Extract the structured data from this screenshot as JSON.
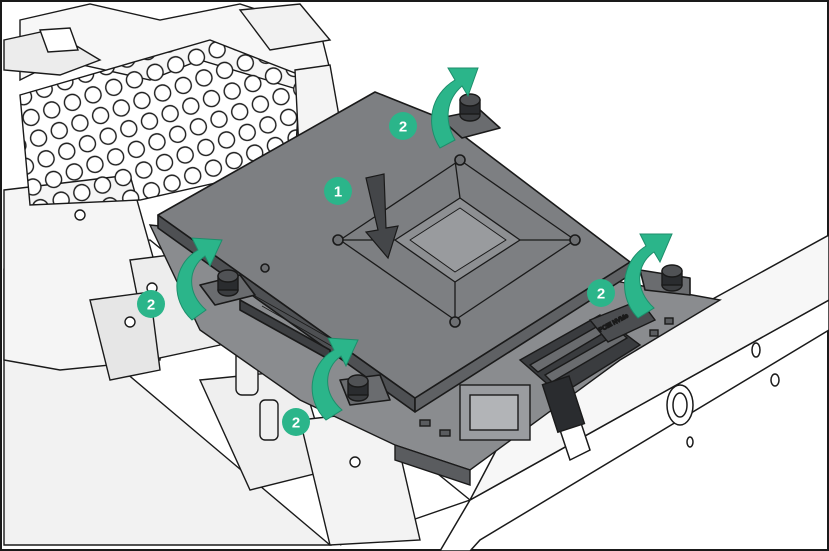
{
  "diagram": {
    "colors": {
      "accent": "#2bb58a",
      "accent_dark": "#1d8e6b",
      "module_fill": "#7d7f82",
      "module_dark": "#5a5c5f",
      "board_fill": "#8a8c8f",
      "line": "#1a1a1a",
      "frame": "#ffffff"
    },
    "callouts": [
      {
        "id": "press-down",
        "label": "1"
      },
      {
        "id": "screw-top",
        "label": "2"
      },
      {
        "id": "screw-left",
        "label": "2"
      },
      {
        "id": "screw-bottom",
        "label": "2"
      },
      {
        "id": "screw-right",
        "label": "2"
      }
    ],
    "board_label": "PCIE NVMe"
  }
}
